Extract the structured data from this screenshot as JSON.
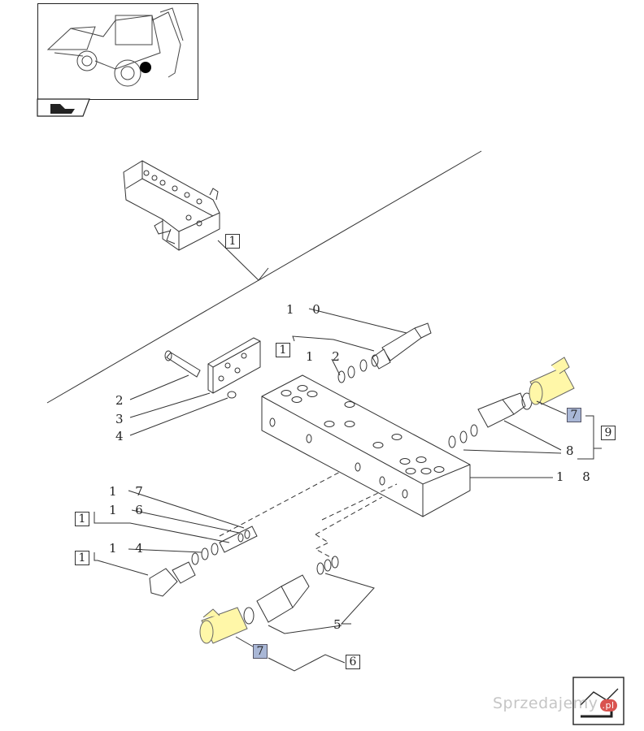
{
  "labels": {
    "p1": "1",
    "p10": "1 0",
    "p11": "1",
    "p12": "1 2",
    "p2": "2",
    "p3": "3",
    "p4": "4",
    "p7a": "7",
    "p9": "9",
    "p8": "8",
    "p18": "1 8",
    "p17": "1 7",
    "p15": "1",
    "p16": "1 6",
    "p14": "1 4",
    "p13": "1",
    "p5": "5",
    "p7b": "7",
    "p6": "6"
  },
  "watermark": "Sprzedajemy",
  "watermark_suffix": ".pl",
  "colors": {
    "highlight_part": "#fff7a8",
    "ref_box_highlight": "#a9b7d6",
    "line": "#222222"
  }
}
